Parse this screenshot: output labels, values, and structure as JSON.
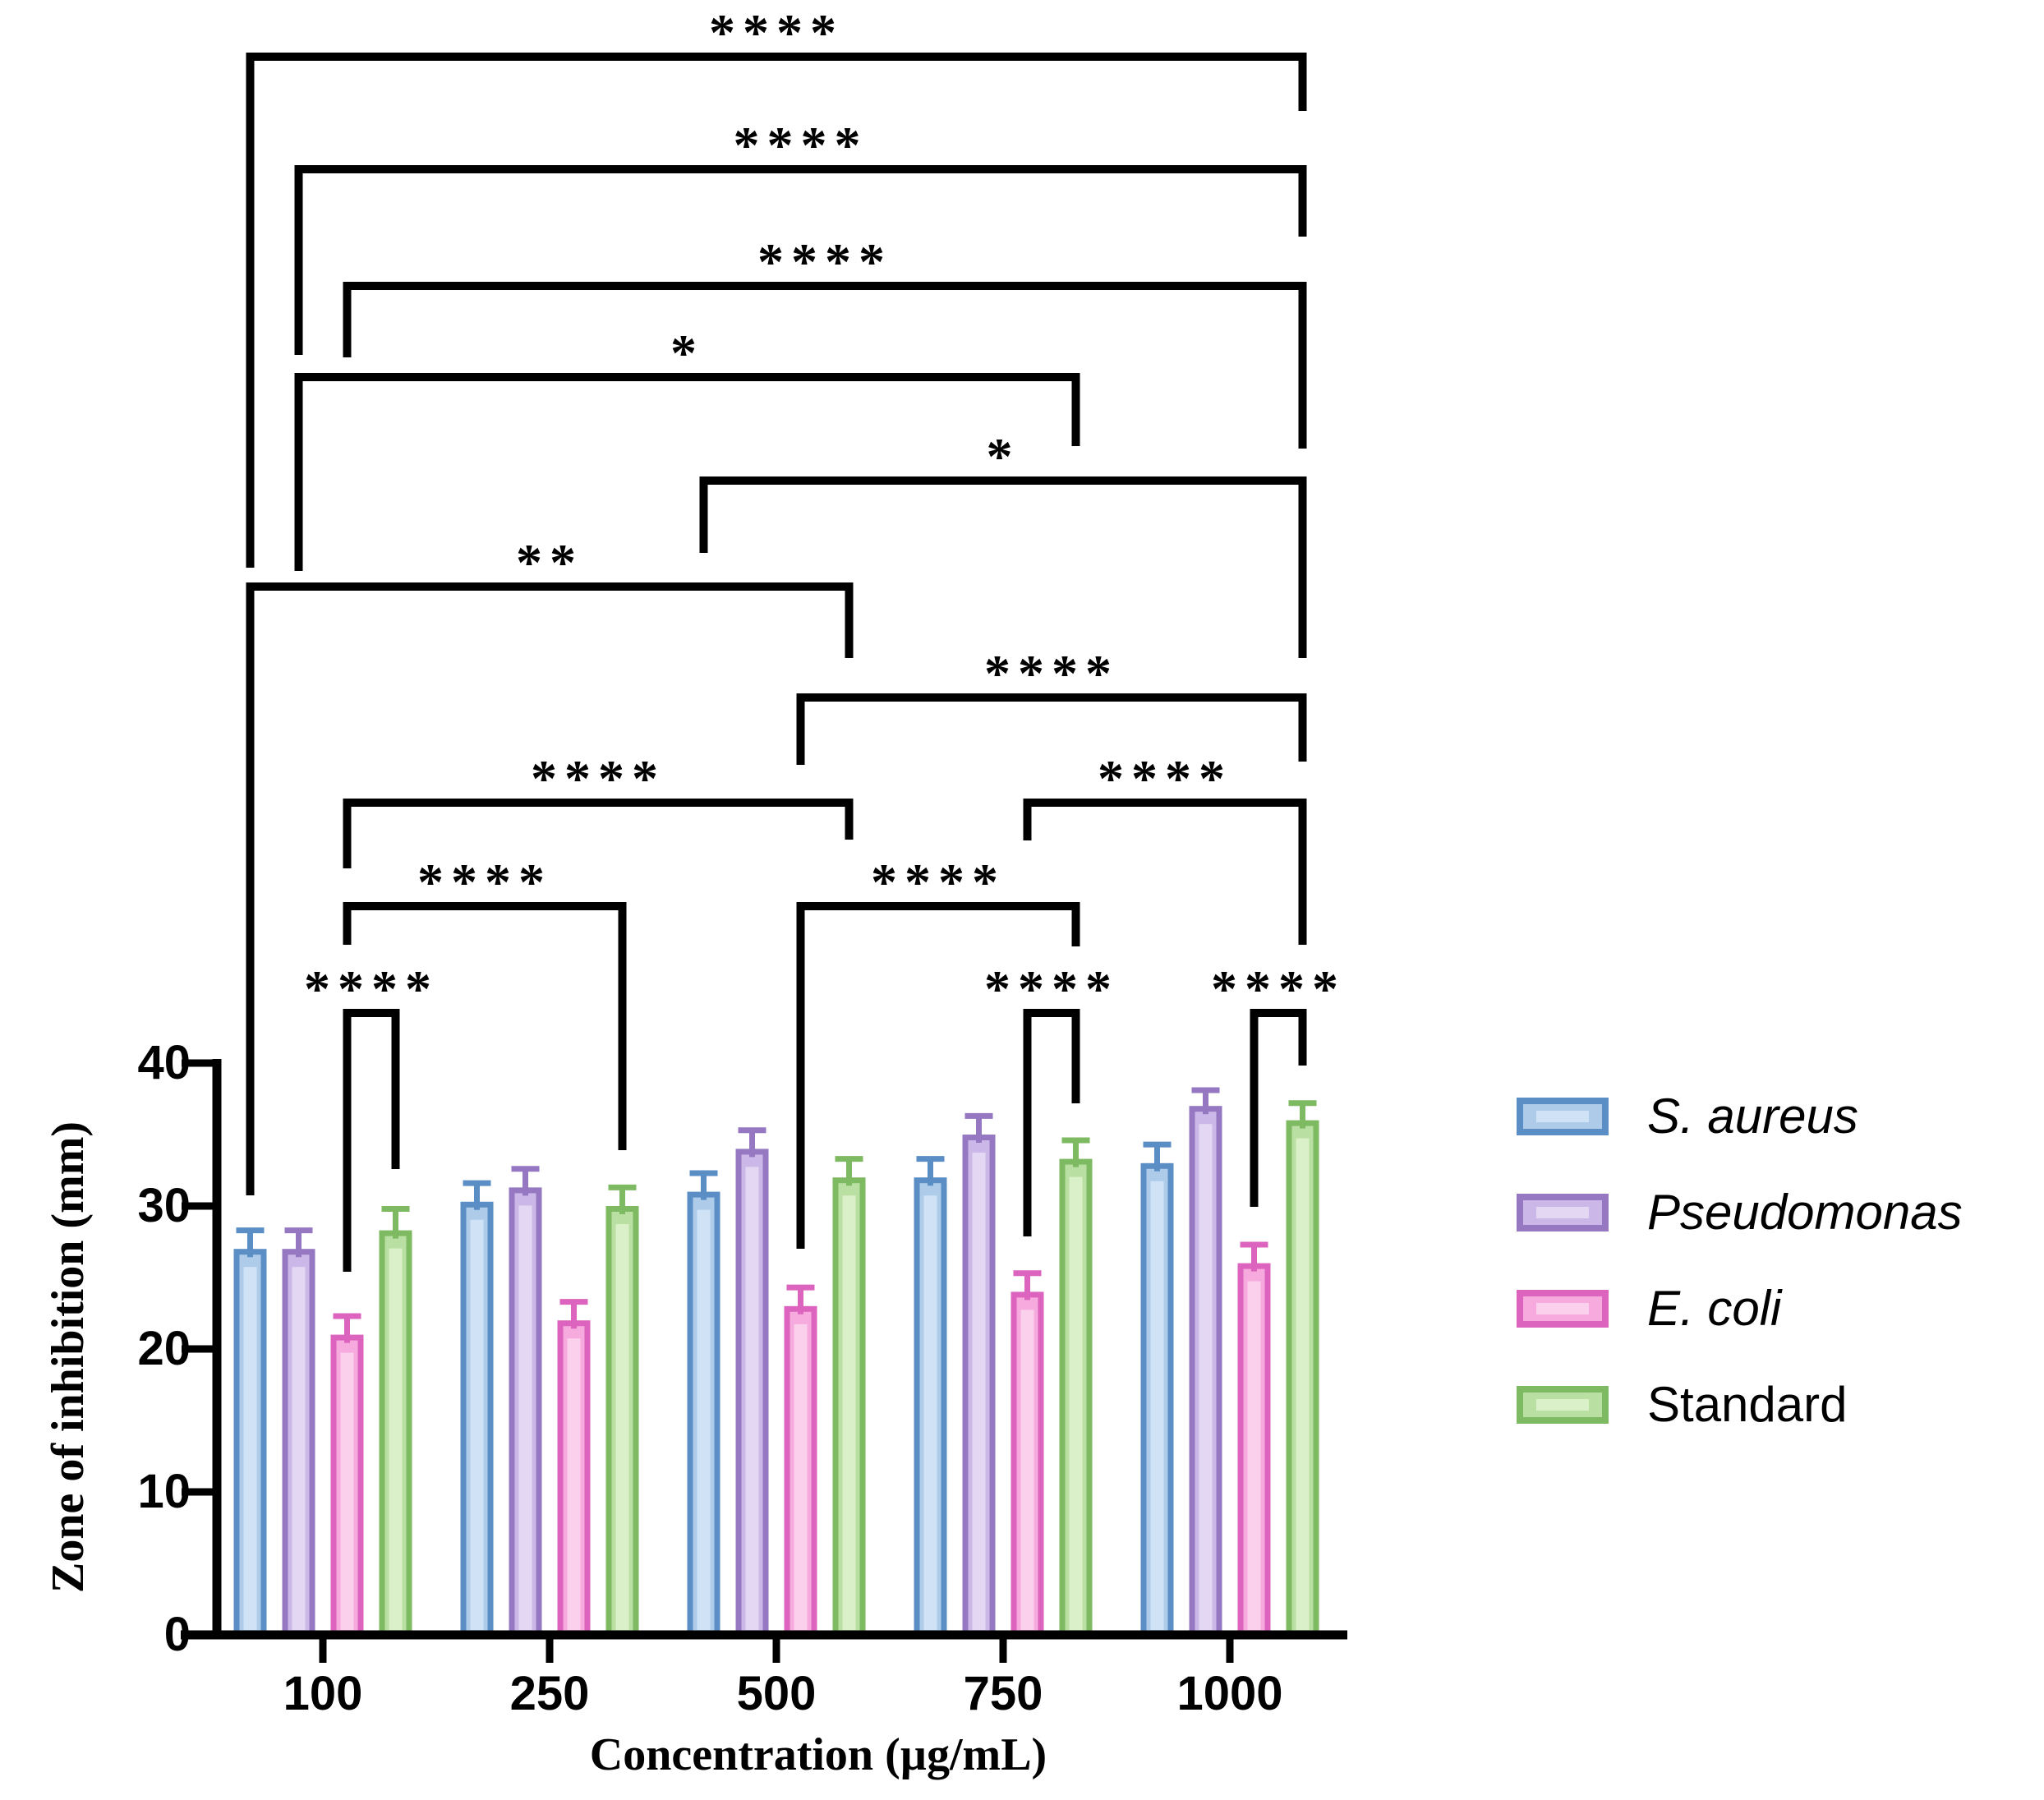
{
  "chart_data": {
    "type": "bar",
    "title": "",
    "xlabel": "Concentration (µg/mL)",
    "ylabel": "Zone of inhibition (mm)",
    "categories": [
      "100",
      "250",
      "500",
      "750",
      "1000"
    ],
    "yticks": [
      "0",
      "10",
      "20",
      "30",
      "40"
    ],
    "ylim": [
      0,
      40
    ],
    "grid": false,
    "legend_position": "right",
    "series": [
      {
        "name": "S. aureus",
        "italic": true,
        "values": [
          27,
          30.3,
          31,
          32,
          33
        ],
        "errors": [
          1.3,
          1.3,
          1.3,
          1.3,
          1.3
        ],
        "border_color": "#5B8EC4",
        "fill_color": "#AECCEA",
        "stripe_color": "#D0E3F6"
      },
      {
        "name": "Pseudomonas",
        "italic": true,
        "values": [
          27,
          31.3,
          34,
          35,
          37
        ],
        "errors": [
          1.3,
          1.3,
          1.3,
          1.3,
          1.1
        ],
        "border_color": "#9577C2",
        "fill_color": "#CBB8E8",
        "stripe_color": "#E3D7F4"
      },
      {
        "name": "E. coli",
        "italic": true,
        "values": [
          21,
          22,
          23,
          24,
          26
        ],
        "errors": [
          1.3,
          1.3,
          1.3,
          1.3,
          1.3
        ],
        "border_color": "#DC64BE",
        "fill_color": "#F6AADD",
        "stripe_color": "#FBD0EC"
      },
      {
        "name": "Standard",
        "italic": false,
        "values": [
          28.3,
          30,
          32,
          33.3,
          36
        ],
        "errors": [
          1.5,
          1.3,
          1.3,
          1.3,
          1.2
        ],
        "border_color": "#7EBA62",
        "fill_color": "#BADFA2",
        "stripe_color": "#DAF0C8"
      }
    ],
    "significance_brackets": [
      {
        "stars": "****",
        "from_group": 0,
        "from_series": 0,
        "to_group": 4,
        "to_series": 3,
        "y": 69,
        "left_drop": 691,
        "right_drop": 135
      },
      {
        "stars": "****",
        "from_group": 0,
        "from_series": 1,
        "to_group": 4,
        "to_series": 3,
        "y": 206,
        "left_drop": 432,
        "right_drop": 288
      },
      {
        "stars": "****",
        "from_group": 0,
        "from_series": 2,
        "to_group": 4,
        "to_series": 3,
        "y": 348,
        "left_drop": 435,
        "right_drop": 546
      },
      {
        "stars": "*",
        "from_group": 0,
        "from_series": 1,
        "to_group": 3,
        "to_series": 3,
        "y": 459,
        "left_drop": 695,
        "right_drop": 543
      },
      {
        "stars": "*",
        "from_group": 2,
        "from_series": 0,
        "to_group": 4,
        "to_series": 3,
        "y": 585,
        "left_drop": 673,
        "right_drop": 801
      },
      {
        "stars": "**",
        "from_group": 0,
        "from_series": 0,
        "to_group": 2,
        "to_series": 3,
        "y": 714,
        "left_drop": 1455,
        "right_drop": 801
      },
      {
        "stars": "****",
        "from_group": 2,
        "from_series": 2,
        "to_group": 4,
        "to_series": 3,
        "y": 849,
        "left_drop": 931,
        "right_drop": 927
      },
      {
        "stars": "****",
        "from_group": 0,
        "from_series": 2,
        "to_group": 2,
        "to_series": 3,
        "y": 977,
        "left_drop": 1057,
        "right_drop": 1022
      },
      {
        "stars": "****",
        "from_group": 3,
        "from_series": 2,
        "to_group": 4,
        "to_series": 3,
        "y": 977,
        "left_drop": 1023,
        "right_drop": 1150
      },
      {
        "stars": "****",
        "from_group": 0,
        "from_series": 2,
        "to_group": 1,
        "to_series": 3,
        "y": 1103,
        "left_drop": 1150,
        "right_drop": 1400
      },
      {
        "stars": "****",
        "from_group": 2,
        "from_series": 2,
        "to_group": 3,
        "to_series": 3,
        "y": 1103,
        "left_drop": 1520,
        "right_drop": 1152
      },
      {
        "stars": "****",
        "from_group": 0,
        "from_series": 2,
        "to_group": 0,
        "to_series": 3,
        "y": 1233,
        "left_drop": 1548,
        "right_drop": 1423
      },
      {
        "stars": "****",
        "from_group": 3,
        "from_series": 2,
        "to_group": 3,
        "to_series": 3,
        "y": 1233,
        "left_drop": 1505,
        "right_drop": 1343
      },
      {
        "stars": "****",
        "from_group": 4,
        "from_series": 2,
        "to_group": 4,
        "to_series": 3,
        "y": 1233,
        "left_drop": 1469,
        "right_drop": 1297
      }
    ]
  }
}
